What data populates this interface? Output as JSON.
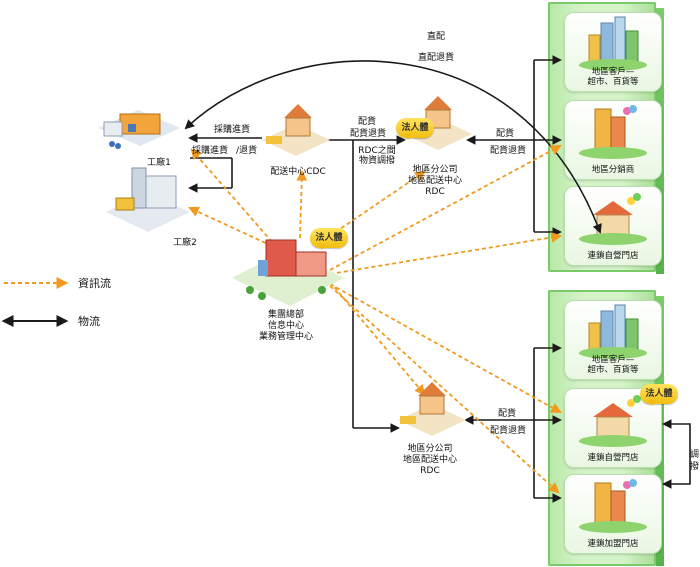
{
  "labels": {
    "direct_delivery": "直配",
    "direct_return": "直配退貨",
    "factory1": "工廠1",
    "factory2": "工廠2",
    "purchase_return_1": "採購進貨",
    "purchase_return_2": "採購進貨",
    "slash_return": "/退貨",
    "cdc": "配送中心CDC",
    "cdc_to_rdc_delivery": "配貨",
    "cdc_to_rdc_return": "配貨退貨",
    "rdc_between_1": "RDC之間",
    "rdc_between_2": "物資調撥",
    "rdc_top_1": "地區分公司",
    "rdc_top_2": "地區配送中心",
    "rdc_top_3": "RDC",
    "rdc_bottom_1": "地區分公司",
    "rdc_bottom_2": "地區配送中心",
    "rdc_bottom_3": "RDC",
    "rdc_to_store_delivery_top": "配貨",
    "rdc_to_store_return_top": "配貨退貨",
    "rdc_to_store_delivery_bottom": "配貨",
    "rdc_to_store_return_bottom": "配貨退貨",
    "hq_1": "集團總部",
    "hq_2": "信息中心",
    "hq_3": "業務管理中心",
    "legal_entity_1": "法人體",
    "legal_entity_2": "法人體",
    "legal_entity_3": "法人體",
    "transfer_1": "調",
    "transfer_2": "撥"
  },
  "legend": {
    "info_flow": "資訊流",
    "logistics": "物流",
    "info_color": "#f29a1f",
    "logistics_color": "#1a1a1a"
  },
  "panel_top": {
    "cards": [
      {
        "line1": "地區客戶—",
        "line2": "超市、百貨等"
      },
      {
        "line1": "地區分銷商",
        "line2": ""
      },
      {
        "line1": "連鎖自營門店",
        "line2": ""
      }
    ]
  },
  "panel_bottom": {
    "cards": [
      {
        "line1": "地區客戶—",
        "line2": "超市、百貨等"
      },
      {
        "line1": "連鎖自營門店",
        "line2": ""
      },
      {
        "line1": "連鎖加盟門店",
        "line2": ""
      }
    ]
  }
}
